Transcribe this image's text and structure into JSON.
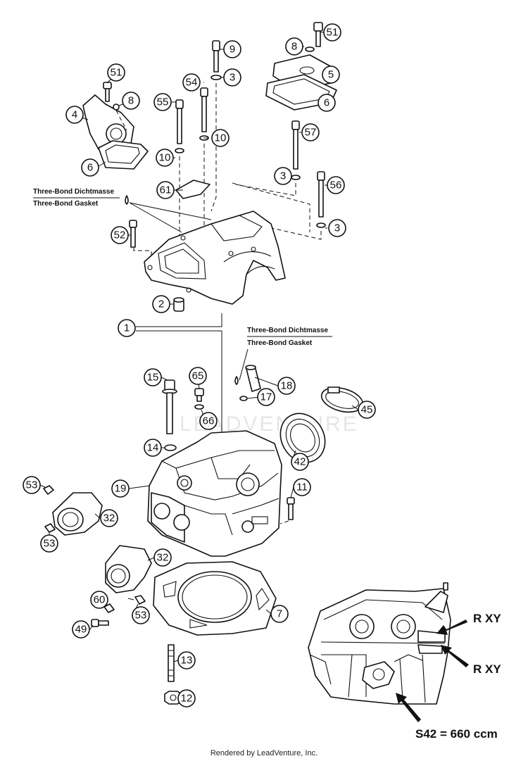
{
  "callouts": {
    "c1": "1",
    "c2": "2",
    "c3a": "3",
    "c3b": "3",
    "c3c": "3",
    "c4": "4",
    "c5": "5",
    "c6a": "6",
    "c6b": "6",
    "c7": "7",
    "c8a": "8",
    "c8b": "8",
    "c9": "9",
    "c10a": "10",
    "c10b": "10",
    "c11": "11",
    "c12": "12",
    "c13": "13",
    "c14": "14",
    "c15": "15",
    "c17": "17",
    "c18": "18",
    "c19": "19",
    "c32a": "32",
    "c32b": "32",
    "c42": "42",
    "c45": "45",
    "c49": "49",
    "c51a": "51",
    "c51b": "51",
    "c52": "52",
    "c53a": "53",
    "c53b": "53",
    "c53c": "53",
    "c54": "54",
    "c55": "55",
    "c56": "56",
    "c57": "57",
    "c60": "60",
    "c61": "61",
    "c65": "65",
    "c66": "66"
  },
  "notes": {
    "sealant_top_de": "Three-Bond Dichtmasse",
    "sealant_top_en": "Three-Bond Gasket",
    "sealant_mid_de": "Three-Bond Dichtmasse",
    "sealant_mid_en": "Three-Bond Gasket"
  },
  "inset": {
    "marker_upper": "R  XY",
    "marker_lower": "R  XY",
    "spec": "S42 = 660 ccm"
  },
  "watermark": "LEADVENTURE",
  "footer": "Rendered by LeadVenture, Inc."
}
